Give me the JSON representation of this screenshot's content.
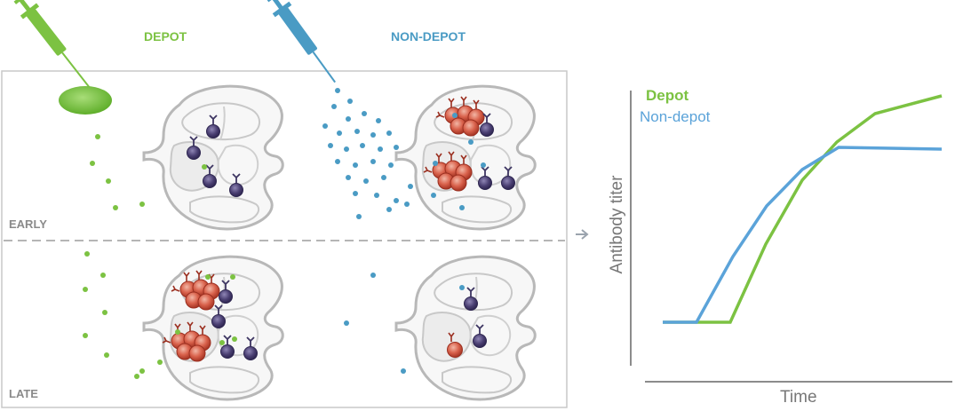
{
  "figure": {
    "depot_title": "DEPOT",
    "nondepot_title": "NON-DEPOT",
    "early_label": "EARLY",
    "late_label": "LATE"
  },
  "chart_data": {
    "type": "line",
    "xlabel": "Time",
    "ylabel": "Antibody titer",
    "series": [
      {
        "name": "Depot",
        "color": "#7cc242"
      },
      {
        "name": "Non-depot",
        "color": "#5ba3d9"
      }
    ]
  },
  "colors": {
    "depot": "#7cc242",
    "nondepot": "#4a9bc4",
    "nondepot_curve": "#5ba3d9",
    "label_gray": "#8a8a8a",
    "cell_purple": "#3d3562",
    "plasma_red": "#c84b3a"
  }
}
